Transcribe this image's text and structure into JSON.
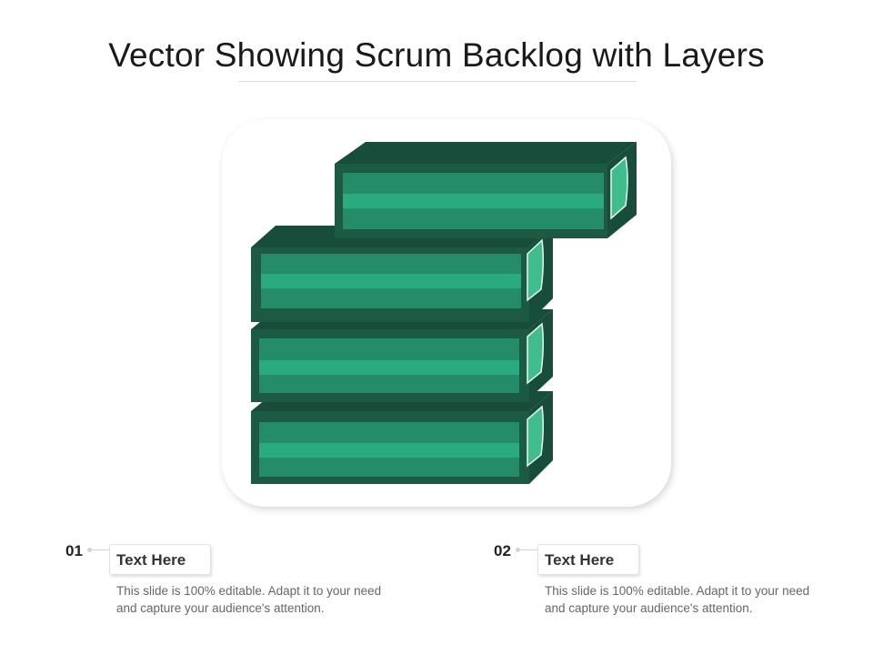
{
  "title": "Vector Showing Scrum Backlog with Layers",
  "colors": {
    "face_dark": "#1c5a44",
    "top_dark": "#174d3a",
    "band_mid": "#248c69",
    "band_light": "#2aaa7f",
    "tab_light": "#3fbd8c"
  },
  "items": [
    {
      "number": "01",
      "heading": "Text Here",
      "description": "This slide is 100% editable. Adapt it to your need and capture your audience's attention."
    },
    {
      "number": "02",
      "heading": "Text Here",
      "description": "This slide is 100% editable. Adapt it to your need and capture your audience's attention."
    }
  ]
}
